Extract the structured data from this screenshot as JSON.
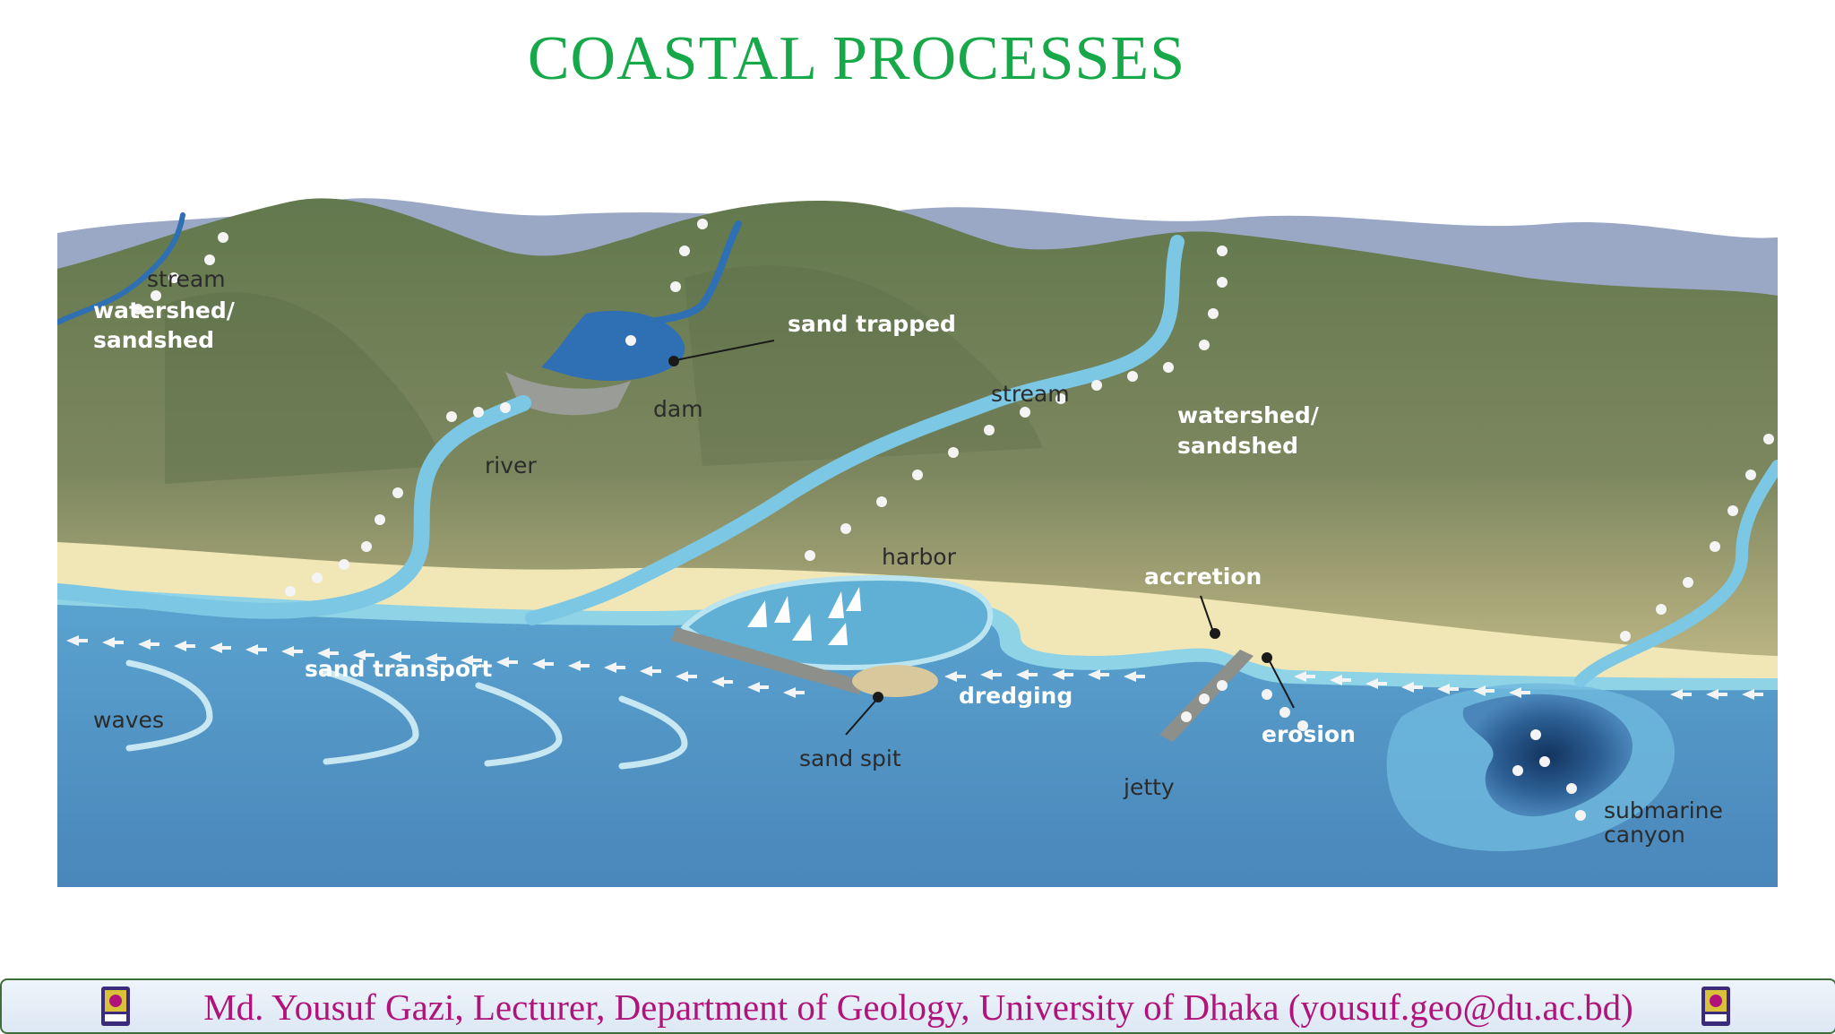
{
  "title": "COASTAL PROCESSES",
  "labels": {
    "stream_left": "stream",
    "watershed_left_1": "watershed/",
    "watershed_left_2": "sandshed",
    "sand_trapped": "sand trapped",
    "dam": "dam",
    "river": "river",
    "stream_mid": "stream",
    "watershed_right_1": "watershed/",
    "watershed_right_2": "sandshed",
    "harbor": "harbor",
    "accretion": "accretion",
    "sand_transport": "sand transport",
    "waves": "waves",
    "dredging": "dredging",
    "sand_spit": "sand spit",
    "erosion": "erosion",
    "jetty": "jetty",
    "submarine_1": "submarine",
    "submarine_2": "canyon"
  },
  "footer": {
    "text": "Md. Yousuf Gazi, Lecturer, Department of Geology, University of Dhaka (yousuf.geo@du.ac.bd)"
  },
  "colors": {
    "title": "#17a84a",
    "footer_text": "#b0147a",
    "sea": "#4f93c3",
    "shallow": "#8fd3e6",
    "beach": "#f1e6b6",
    "hills": "#6f7f58",
    "far_mountains": "#99a8c6"
  }
}
